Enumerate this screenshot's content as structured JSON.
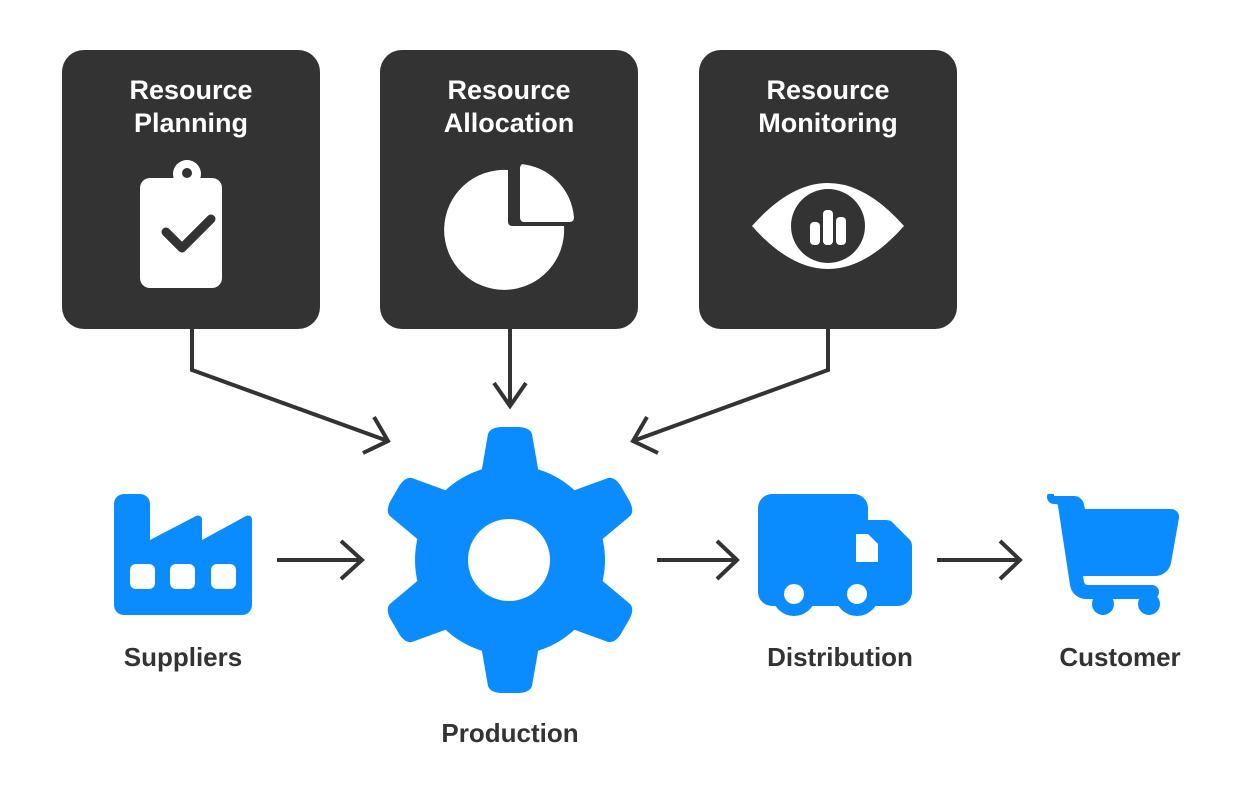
{
  "title": "Resource management in supply chain",
  "colors": {
    "box_bg": "#333333",
    "accent": "#0a8cff",
    "text": "#333333",
    "arrow": "#333333"
  },
  "resource_boxes": [
    {
      "title": "Resource\nPlanning",
      "icon": "clipboard-check-icon"
    },
    {
      "title": "Resource\nAllocation",
      "icon": "pie-chart-icon"
    },
    {
      "title": "Resource\nMonitoring",
      "icon": "eye-chart-icon"
    }
  ],
  "flow_nodes": [
    {
      "label": "Suppliers",
      "icon": "factory-icon"
    },
    {
      "label": "Production",
      "icon": "gear-icon"
    },
    {
      "label": "Distribution",
      "icon": "truck-icon"
    },
    {
      "label": "Customer",
      "icon": "shopping-cart-icon"
    }
  ],
  "edges": [
    {
      "from": "Resource Planning",
      "to": "Production"
    },
    {
      "from": "Resource Allocation",
      "to": "Production"
    },
    {
      "from": "Resource Monitoring",
      "to": "Production"
    },
    {
      "from": "Suppliers",
      "to": "Production"
    },
    {
      "from": "Production",
      "to": "Distribution"
    },
    {
      "from": "Distribution",
      "to": "Customer"
    }
  ]
}
